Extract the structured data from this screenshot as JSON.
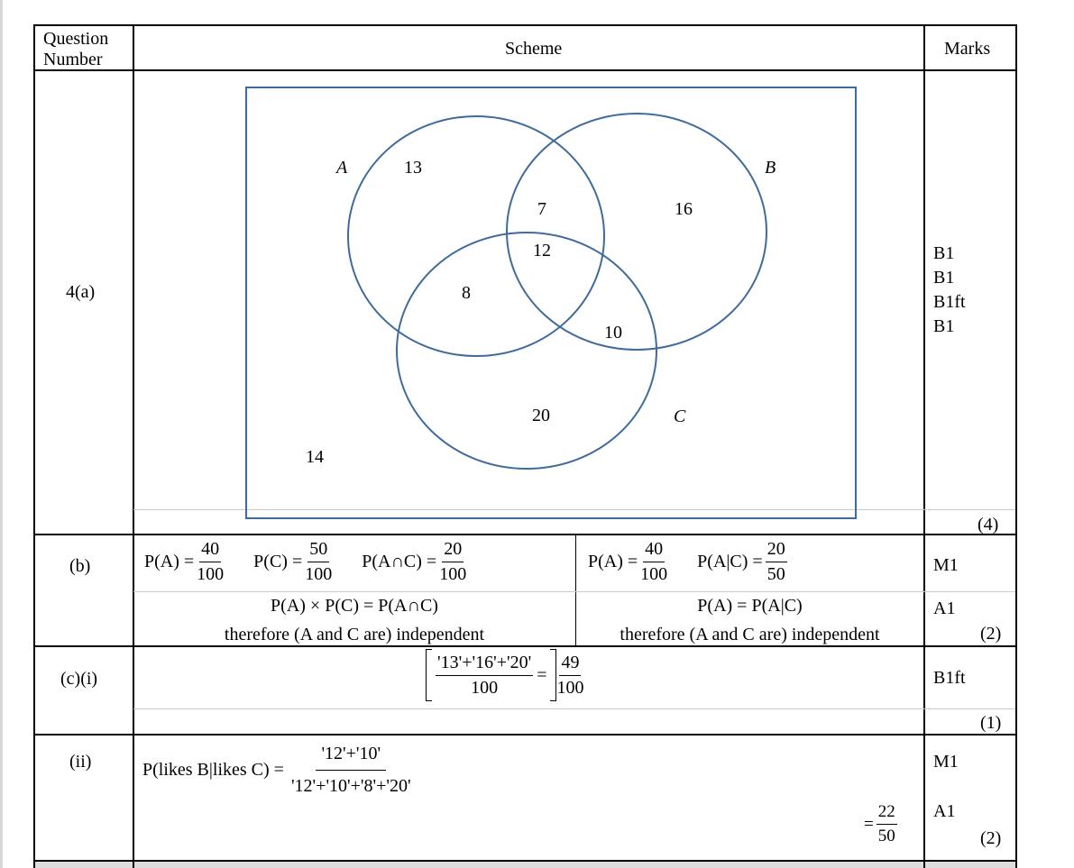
{
  "header": {
    "question_number": "Question Number",
    "scheme": "Scheme",
    "marks": "Marks"
  },
  "q4a": {
    "label": "4(a)",
    "venn": {
      "set_a": "A",
      "set_b": "B",
      "set_c": "C",
      "a_only": "13",
      "a_b_only": "7",
      "b_only": "16",
      "a_b_c": "12",
      "a_c_only": "8",
      "b_c_only": "10",
      "c_only": "20",
      "none": "14"
    },
    "marks": [
      "B1",
      "B1",
      "B1ft",
      "B1"
    ],
    "total": "(4)"
  },
  "q4b": {
    "label": "(b)",
    "left": {
      "pa": "P(A) =",
      "pa_n": "40",
      "pa_d": "100",
      "pc": "P(C) =",
      "pc_n": "50",
      "pc_d": "100",
      "pac": "P(A∩C) =",
      "pac_n": "20",
      "pac_d": "100",
      "product": "P(A) × P(C) = P(A∩C)",
      "conclusion": "therefore (A  and C are) independent"
    },
    "right": {
      "pa": "P(A) =",
      "pa_n": "40",
      "pa_d": "100",
      "pagc": "P(A|C) =",
      "pagc_n": "20",
      "pagc_d": "50",
      "equal": "P(A) = P(A|C)",
      "conclusion": "therefore (A  and C are) independent"
    },
    "marks": [
      "M1",
      "A1"
    ],
    "total": "(2)"
  },
  "q4ci": {
    "label": "(c)(i)",
    "num": "'13'+'16'+'20'",
    "den": "100",
    "eq": "=",
    "ans_n": "49",
    "ans_d": "100",
    "marks": [
      "B1ft"
    ],
    "total": "(1)"
  },
  "q4cii": {
    "label": "(ii)",
    "lhs": "P(likes B|likes C) =",
    "num": "'12'+'10'",
    "den": "'12'+'10'+'8'+'20'",
    "eq": "=",
    "ans_n": "22",
    "ans_d": "50",
    "marks": [
      "M1",
      "A1"
    ],
    "total": "(2)"
  }
}
